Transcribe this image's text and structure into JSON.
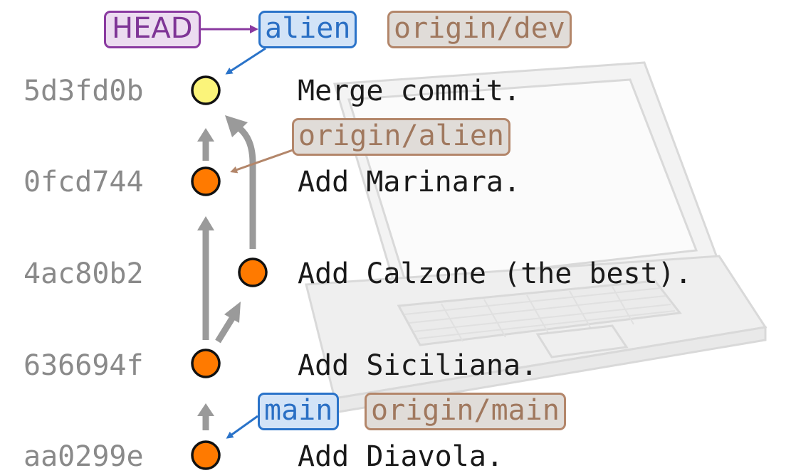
{
  "commits": [
    {
      "hash": "5d3fd0b",
      "message": "Merge commit.",
      "color": "#fbf47a"
    },
    {
      "hash": "0fcd744",
      "message": "Add Marinara.",
      "color": "#ff7a00"
    },
    {
      "hash": "4ac80b2",
      "message": "Add Calzone (the best).",
      "color": "#ff7a00"
    },
    {
      "hash": "636694f",
      "message": "Add Siciliana.",
      "color": "#ff7a00"
    },
    {
      "hash": "aa0299e",
      "message": "Add Diavola.",
      "color": "#ff7a00"
    }
  ],
  "refs": {
    "head": "HEAD",
    "alien": "alien",
    "origin_dev": "origin/dev",
    "origin_alien": "origin/alien",
    "main": "main",
    "origin_main": "origin/main"
  },
  "colors": {
    "local_branch": "#2a73c9",
    "remote_branch": "#b3866a",
    "head": "#8a3aa0",
    "edge": "#9a9a9a",
    "commit_stroke": "#111111"
  },
  "background_image": "laptop-illustration"
}
